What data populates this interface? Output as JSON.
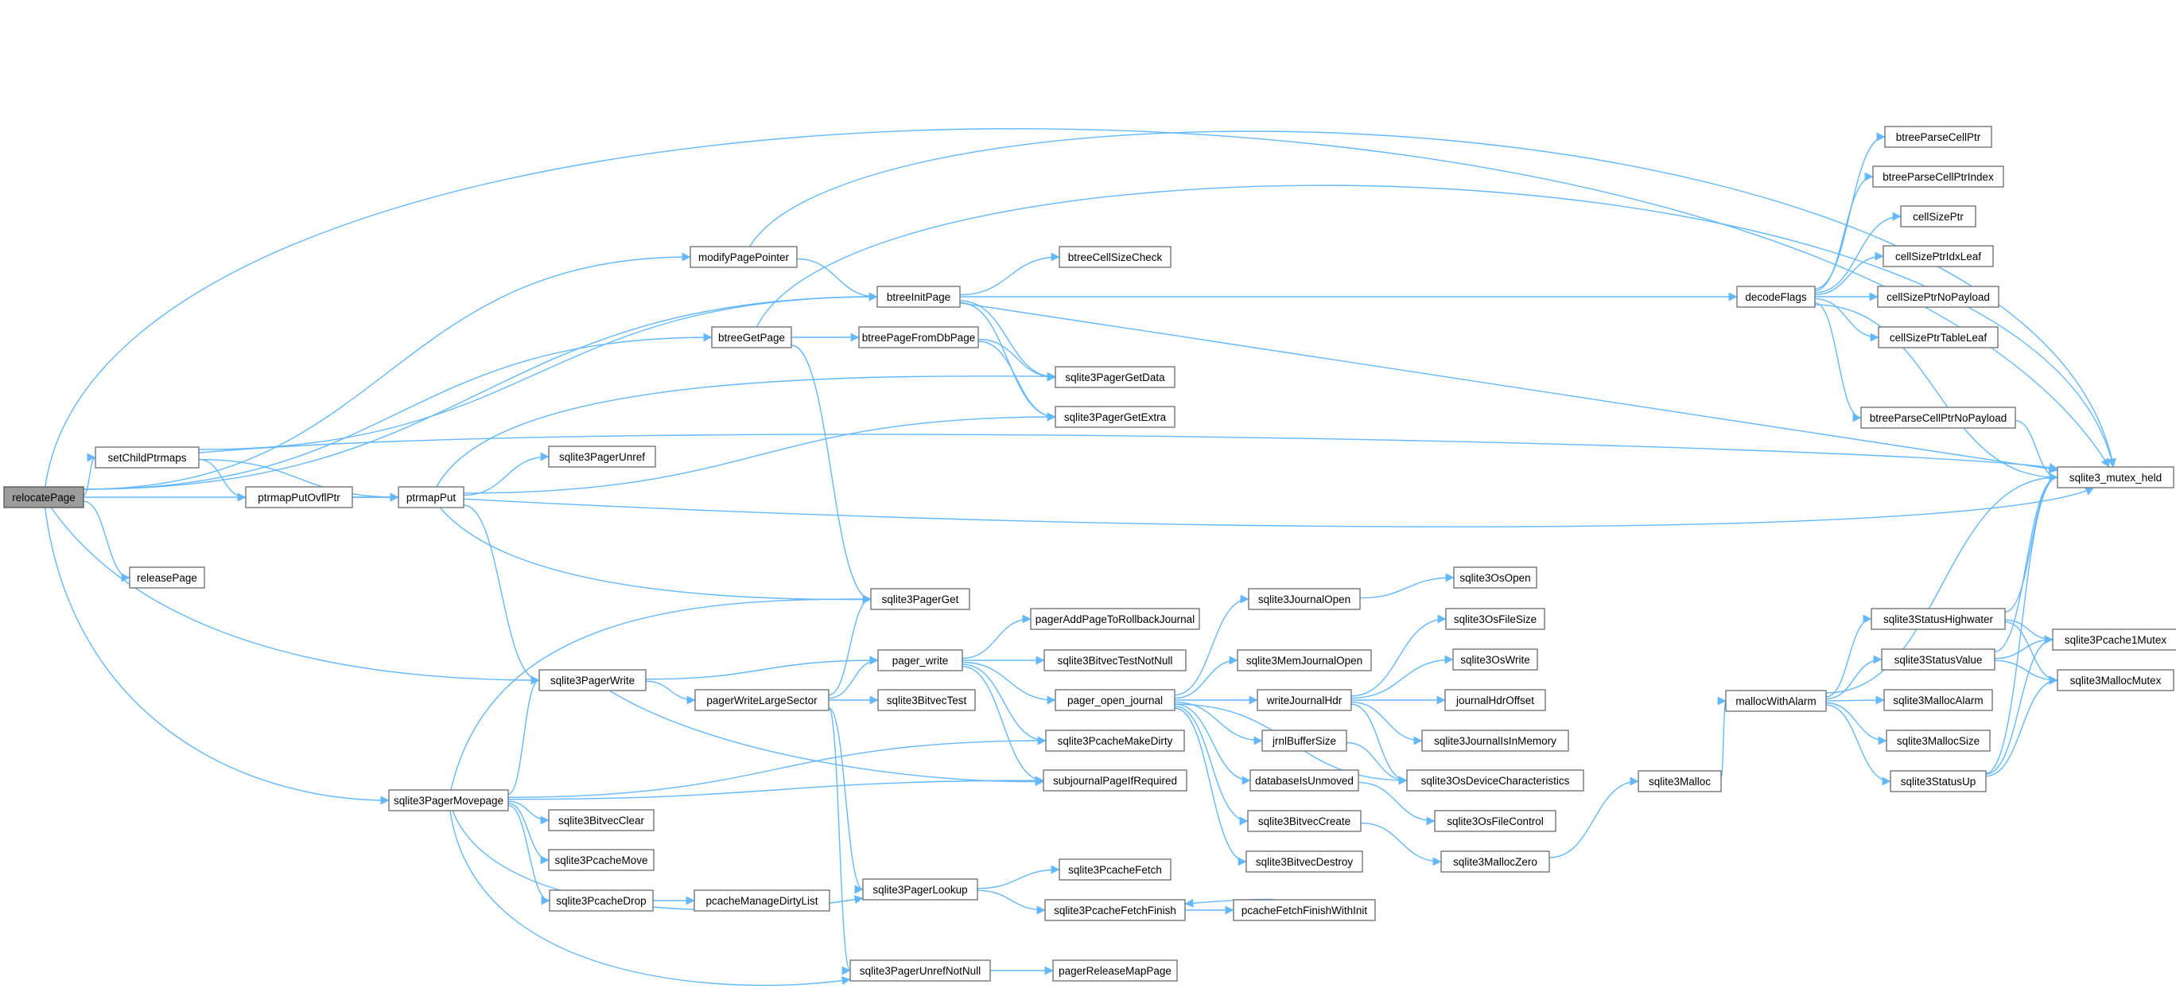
{
  "graph": {
    "root": "relocatePage",
    "colors": {
      "edge": "#63b8ff",
      "node_border": "#6b6b6b",
      "root_fill": "#9c9c9c",
      "background": "#ffffff"
    },
    "nodes": [
      {
        "id": "relocatePage",
        "label": "relocatePage"
      },
      {
        "id": "setChildPtrmaps",
        "label": "setChildPtrmaps"
      },
      {
        "id": "releasePage",
        "label": "releasePage"
      },
      {
        "id": "ptrmapPutOvflPtr",
        "label": "ptrmapPutOvflPtr"
      },
      {
        "id": "ptrmapPut",
        "label": "ptrmapPut"
      },
      {
        "id": "sqlite3PagerMovepage",
        "label": "sqlite3PagerMovepage"
      },
      {
        "id": "sqlite3PagerUnref",
        "label": "sqlite3PagerUnref"
      },
      {
        "id": "sqlite3PagerWrite",
        "label": "sqlite3PagerWrite"
      },
      {
        "id": "sqlite3BitvecClear",
        "label": "sqlite3BitvecClear"
      },
      {
        "id": "sqlite3PcacheMove",
        "label": "sqlite3PcacheMove"
      },
      {
        "id": "sqlite3PcacheDrop",
        "label": "sqlite3PcacheDrop"
      },
      {
        "id": "modifyPagePointer",
        "label": "modifyPagePointer"
      },
      {
        "id": "btreeGetPage",
        "label": "btreeGetPage"
      },
      {
        "id": "pagerWriteLargeSector",
        "label": "pagerWriteLargeSector"
      },
      {
        "id": "pcacheManageDirtyList",
        "label": "pcacheManageDirtyList"
      },
      {
        "id": "btreeInitPage",
        "label": "btreeInitPage"
      },
      {
        "id": "btreePageFromDbPage",
        "label": "btreePageFromDbPage"
      },
      {
        "id": "sqlite3PagerGet",
        "label": "sqlite3PagerGet"
      },
      {
        "id": "pager_write",
        "label": "pager_write"
      },
      {
        "id": "sqlite3BitvecTest",
        "label": "sqlite3BitvecTest"
      },
      {
        "id": "sqlite3PagerLookup",
        "label": "sqlite3PagerLookup"
      },
      {
        "id": "sqlite3PagerUnrefNotNull",
        "label": "sqlite3PagerUnrefNotNull"
      },
      {
        "id": "btreeCellSizeCheck",
        "label": "btreeCellSizeCheck"
      },
      {
        "id": "sqlite3PagerGetData",
        "label": "sqlite3PagerGetData"
      },
      {
        "id": "sqlite3PagerGetExtra",
        "label": "sqlite3PagerGetExtra"
      },
      {
        "id": "pagerAddPageToRollbackJournal",
        "label": "pagerAddPageToRollbackJournal"
      },
      {
        "id": "sqlite3BitvecTestNotNull",
        "label": "sqlite3BitvecTestNotNull"
      },
      {
        "id": "pager_open_journal",
        "label": "pager_open_journal"
      },
      {
        "id": "sqlite3PcacheMakeDirty",
        "label": "sqlite3PcacheMakeDirty"
      },
      {
        "id": "subjournalPageIfRequired",
        "label": "subjournalPageIfRequired"
      },
      {
        "id": "sqlite3PcacheFetch",
        "label": "sqlite3PcacheFetch"
      },
      {
        "id": "sqlite3PcacheFetchFinish",
        "label": "sqlite3PcacheFetchFinish"
      },
      {
        "id": "pagerReleaseMapPage",
        "label": "pagerReleaseMapPage"
      },
      {
        "id": "pcacheFetchFinishWithInit",
        "label": "pcacheFetchFinishWithInit"
      },
      {
        "id": "sqlite3JournalOpen",
        "label": "sqlite3JournalOpen"
      },
      {
        "id": "sqlite3MemJournalOpen",
        "label": "sqlite3MemJournalOpen"
      },
      {
        "id": "writeJournalHdr",
        "label": "writeJournalHdr"
      },
      {
        "id": "jrnlBufferSize",
        "label": "jrnlBufferSize"
      },
      {
        "id": "databaseIsUnmoved",
        "label": "databaseIsUnmoved"
      },
      {
        "id": "sqlite3BitvecCreate",
        "label": "sqlite3BitvecCreate"
      },
      {
        "id": "sqlite3BitvecDestroy",
        "label": "sqlite3BitvecDestroy"
      },
      {
        "id": "sqlite3OsOpen",
        "label": "sqlite3OsOpen"
      },
      {
        "id": "sqlite3OsFileSize",
        "label": "sqlite3OsFileSize"
      },
      {
        "id": "sqlite3OsWrite",
        "label": "sqlite3OsWrite"
      },
      {
        "id": "journalHdrOffset",
        "label": "journalHdrOffset"
      },
      {
        "id": "sqlite3JournalIsInMemory",
        "label": "sqlite3JournalIsInMemory"
      },
      {
        "id": "sqlite3OsDeviceCharacteristics",
        "label": "sqlite3OsDeviceCharacteristics"
      },
      {
        "id": "sqlite3OsFileControl",
        "label": "sqlite3OsFileControl"
      },
      {
        "id": "sqlite3MallocZero",
        "label": "sqlite3MallocZero"
      },
      {
        "id": "sqlite3Malloc",
        "label": "sqlite3Malloc"
      },
      {
        "id": "mallocWithAlarm",
        "label": "mallocWithAlarm"
      },
      {
        "id": "decodeFlags",
        "label": "decodeFlags"
      },
      {
        "id": "btreeParseCellPtr",
        "label": "btreeParseCellPtr"
      },
      {
        "id": "btreeParseCellPtrIndex",
        "label": "btreeParseCellPtrIndex"
      },
      {
        "id": "cellSizePtr",
        "label": "cellSizePtr"
      },
      {
        "id": "cellSizePtrIdxLeaf",
        "label": "cellSizePtrIdxLeaf"
      },
      {
        "id": "cellSizePtrNoPayload",
        "label": "cellSizePtrNoPayload"
      },
      {
        "id": "cellSizePtrTableLeaf",
        "label": "cellSizePtrTableLeaf"
      },
      {
        "id": "btreeParseCellPtrNoPayload",
        "label": "btreeParseCellPtrNoPayload"
      },
      {
        "id": "sqlite3StatusHighwater",
        "label": "sqlite3StatusHighwater"
      },
      {
        "id": "sqlite3StatusValue",
        "label": "sqlite3StatusValue"
      },
      {
        "id": "sqlite3MallocAlarm",
        "label": "sqlite3MallocAlarm"
      },
      {
        "id": "sqlite3MallocSize",
        "label": "sqlite3MallocSize"
      },
      {
        "id": "sqlite3StatusUp",
        "label": "sqlite3StatusUp"
      },
      {
        "id": "sqlite3_mutex_held",
        "label": "sqlite3_mutex_held"
      },
      {
        "id": "sqlite3Pcache1Mutex",
        "label": "sqlite3Pcache1Mutex"
      },
      {
        "id": "sqlite3MallocMutex",
        "label": "sqlite3MallocMutex"
      }
    ],
    "edges": [
      [
        "relocatePage",
        "sqlite3_mutex_held"
      ],
      [
        "relocatePage",
        "modifyPagePointer"
      ],
      [
        "relocatePage",
        "btreeInitPage"
      ],
      [
        "relocatePage",
        "btreeGetPage"
      ],
      [
        "relocatePage",
        "setChildPtrmaps"
      ],
      [
        "relocatePage",
        "ptrmapPut"
      ],
      [
        "relocatePage",
        "releasePage"
      ],
      [
        "relocatePage",
        "sqlite3PagerWrite"
      ],
      [
        "relocatePage",
        "sqlite3PagerMovepage"
      ],
      [
        "setChildPtrmaps",
        "btreeInitPage"
      ],
      [
        "setChildPtrmaps",
        "sqlite3_mutex_held"
      ],
      [
        "setChildPtrmaps",
        "ptrmapPutOvflPtr"
      ],
      [
        "setChildPtrmaps",
        "ptrmapPut"
      ],
      [
        "ptrmapPutOvflPtr",
        "ptrmapPut"
      ],
      [
        "ptrmapPut",
        "sqlite3PagerGetData"
      ],
      [
        "ptrmapPut",
        "sqlite3PagerGetExtra"
      ],
      [
        "ptrmapPut",
        "sqlite3PagerUnref"
      ],
      [
        "ptrmapPut",
        "sqlite3_mutex_held"
      ],
      [
        "ptrmapPut",
        "sqlite3PagerGet"
      ],
      [
        "ptrmapPut",
        "sqlite3PagerWrite"
      ],
      [
        "modifyPagePointer",
        "sqlite3_mutex_held"
      ],
      [
        "modifyPagePointer",
        "btreeInitPage"
      ],
      [
        "btreeGetPage",
        "sqlite3_mutex_held"
      ],
      [
        "btreeGetPage",
        "btreePageFromDbPage"
      ],
      [
        "btreeGetPage",
        "sqlite3PagerGet"
      ],
      [
        "btreeInitPage",
        "btreeCellSizeCheck"
      ],
      [
        "btreeInitPage",
        "decodeFlags"
      ],
      [
        "btreeInitPage",
        "sqlite3PagerGetData"
      ],
      [
        "btreeInitPage",
        "sqlite3PagerGetExtra"
      ],
      [
        "btreeInitPage",
        "sqlite3_mutex_held"
      ],
      [
        "btreePageFromDbPage",
        "sqlite3PagerGetData"
      ],
      [
        "btreePageFromDbPage",
        "sqlite3PagerGetExtra"
      ],
      [
        "sqlite3PagerMovepage",
        "sqlite3PagerGet"
      ],
      [
        "sqlite3PagerMovepage",
        "sqlite3PagerWrite"
      ],
      [
        "sqlite3PagerMovepage",
        "sqlite3PcacheMakeDirty"
      ],
      [
        "sqlite3PagerMovepage",
        "subjournalPageIfRequired"
      ],
      [
        "sqlite3PagerMovepage",
        "sqlite3BitvecClear"
      ],
      [
        "sqlite3PagerMovepage",
        "sqlite3PcacheMove"
      ],
      [
        "sqlite3PagerMovepage",
        "sqlite3PcacheDrop"
      ],
      [
        "sqlite3PagerMovepage",
        "sqlite3PagerLookup"
      ],
      [
        "sqlite3PagerMovepage",
        "sqlite3PagerUnrefNotNull"
      ],
      [
        "sqlite3PagerWrite",
        "pager_write"
      ],
      [
        "sqlite3PagerWrite",
        "pagerWriteLargeSector"
      ],
      [
        "sqlite3PagerWrite",
        "subjournalPageIfRequired"
      ],
      [
        "sqlite3PcacheDrop",
        "pcacheManageDirtyList"
      ],
      [
        "pagerWriteLargeSector",
        "sqlite3PagerGet"
      ],
      [
        "pagerWriteLargeSector",
        "pager_write"
      ],
      [
        "pagerWriteLargeSector",
        "sqlite3BitvecTest"
      ],
      [
        "pagerWriteLargeSector",
        "sqlite3PagerLookup"
      ],
      [
        "pagerWriteLargeSector",
        "sqlite3PagerUnrefNotNull"
      ],
      [
        "pager_write",
        "pagerAddPageToRollbackJournal"
      ],
      [
        "pager_write",
        "sqlite3BitvecTestNotNull"
      ],
      [
        "pager_write",
        "pager_open_journal"
      ],
      [
        "pager_write",
        "sqlite3PcacheMakeDirty"
      ],
      [
        "pager_write",
        "subjournalPageIfRequired"
      ],
      [
        "sqlite3PagerLookup",
        "sqlite3PcacheFetch"
      ],
      [
        "sqlite3PagerLookup",
        "sqlite3PcacheFetchFinish"
      ],
      [
        "sqlite3PcacheFetchFinish",
        "pcacheFetchFinishWithInit"
      ],
      [
        "pcacheFetchFinishWithInit",
        "sqlite3PcacheFetchFinish"
      ],
      [
        "sqlite3PagerUnrefNotNull",
        "pagerReleaseMapPage"
      ],
      [
        "pager_open_journal",
        "sqlite3JournalOpen"
      ],
      [
        "pager_open_journal",
        "sqlite3MemJournalOpen"
      ],
      [
        "pager_open_journal",
        "writeJournalHdr"
      ],
      [
        "pager_open_journal",
        "jrnlBufferSize"
      ],
      [
        "pager_open_journal",
        "databaseIsUnmoved"
      ],
      [
        "pager_open_journal",
        "sqlite3BitvecCreate"
      ],
      [
        "pager_open_journal",
        "sqlite3BitvecDestroy"
      ],
      [
        "pager_open_journal",
        "sqlite3OsDeviceCharacteristics"
      ],
      [
        "sqlite3JournalOpen",
        "sqlite3OsOpen"
      ],
      [
        "writeJournalHdr",
        "sqlite3OsFileSize"
      ],
      [
        "writeJournalHdr",
        "sqlite3OsWrite"
      ],
      [
        "writeJournalHdr",
        "journalHdrOffset"
      ],
      [
        "writeJournalHdr",
        "sqlite3JournalIsInMemory"
      ],
      [
        "writeJournalHdr",
        "sqlite3OsDeviceCharacteristics"
      ],
      [
        "jrnlBufferSize",
        "sqlite3OsDeviceCharacteristics"
      ],
      [
        "databaseIsUnmoved",
        "sqlite3OsFileControl"
      ],
      [
        "sqlite3BitvecCreate",
        "sqlite3MallocZero"
      ],
      [
        "sqlite3MallocZero",
        "sqlite3Malloc"
      ],
      [
        "sqlite3Malloc",
        "mallocWithAlarm"
      ],
      [
        "mallocWithAlarm",
        "sqlite3_mutex_held"
      ],
      [
        "mallocWithAlarm",
        "sqlite3StatusHighwater"
      ],
      [
        "mallocWithAlarm",
        "sqlite3StatusValue"
      ],
      [
        "mallocWithAlarm",
        "sqlite3MallocAlarm"
      ],
      [
        "mallocWithAlarm",
        "sqlite3MallocSize"
      ],
      [
        "mallocWithAlarm",
        "sqlite3StatusUp"
      ],
      [
        "decodeFlags",
        "btreeParseCellPtr"
      ],
      [
        "decodeFlags",
        "btreeParseCellPtrIndex"
      ],
      [
        "decodeFlags",
        "cellSizePtr"
      ],
      [
        "decodeFlags",
        "cellSizePtrIdxLeaf"
      ],
      [
        "decodeFlags",
        "cellSizePtrNoPayload"
      ],
      [
        "decodeFlags",
        "cellSizePtrTableLeaf"
      ],
      [
        "decodeFlags",
        "btreeParseCellPtrNoPayload"
      ],
      [
        "decodeFlags",
        "sqlite3_mutex_held"
      ],
      [
        "btreeParseCellPtrNoPayload",
        "sqlite3_mutex_held"
      ],
      [
        "sqlite3StatusHighwater",
        "sqlite3_mutex_held"
      ],
      [
        "sqlite3StatusHighwater",
        "sqlite3Pcache1Mutex"
      ],
      [
        "sqlite3StatusHighwater",
        "sqlite3MallocMutex"
      ],
      [
        "sqlite3StatusValue",
        "sqlite3_mutex_held"
      ],
      [
        "sqlite3StatusValue",
        "sqlite3Pcache1Mutex"
      ],
      [
        "sqlite3StatusValue",
        "sqlite3MallocMutex"
      ],
      [
        "sqlite3StatusUp",
        "sqlite3_mutex_held"
      ],
      [
        "sqlite3StatusUp",
        "sqlite3Pcache1Mutex"
      ],
      [
        "sqlite3StatusUp",
        "sqlite3MallocMutex"
      ]
    ]
  }
}
